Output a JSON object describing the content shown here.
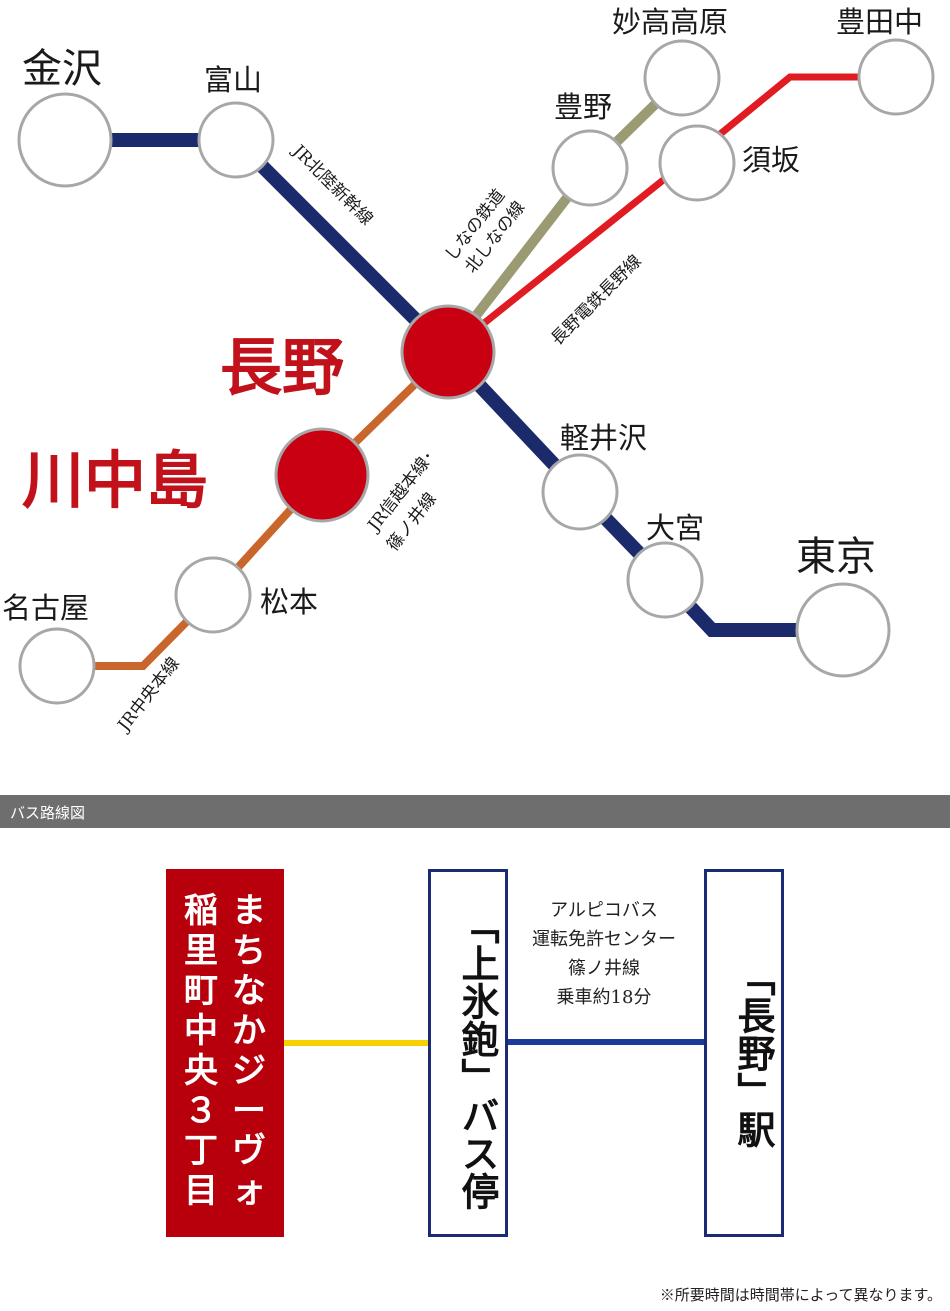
{
  "rail_map": {
    "stations": {
      "kanazawa": "金沢",
      "toyama": "富山",
      "myokokogen": "妙高高原",
      "toyono": "豊野",
      "toyotanaka": "豊田中",
      "suzaka": "須坂",
      "nagano": "長野",
      "kawanakajima": "川中島",
      "karuizawa": "軽井沢",
      "omiya": "大宮",
      "tokyo": "東京",
      "matsumoto": "松本",
      "nagoya": "名古屋"
    },
    "lines": {
      "hokuriku_shinkansen": "JR北陸新幹線",
      "shinano_line_1": "しなの鉄道",
      "shinano_line_2": "北しなの線",
      "nagano_dentetsu": "長野電鉄長野線",
      "shinetsu_1": "JR信越本線･",
      "shinetsu_2": "篠ノ井線",
      "chuo": "JR中央本線"
    },
    "colors": {
      "shinkansen": "#1b2a6b",
      "shinano": "#9a9a73",
      "dentetsu": "#e01b22",
      "shinetsu": "#c8662b",
      "station_fill": "#c80012",
      "station_ring": "#a7a7a7"
    }
  },
  "bus_section": {
    "header": "バス路線図",
    "origin_col1": "まちなかジーヴォ",
    "origin_col2": "稲里町中央３丁目",
    "stop": "「上氷鉋」バス停",
    "destination": "「長野」駅",
    "route_lines": [
      "アルピコバス",
      "運転免許センター",
      "篠ノ井線",
      "乗車約18分"
    ],
    "colors": {
      "walk": "#f6d000",
      "bus": "#1b3a9a",
      "origin_box": "#b8000c",
      "box_border": "#1b2a74"
    }
  },
  "footnote": "※所要時間は時間帯によって異なります。"
}
